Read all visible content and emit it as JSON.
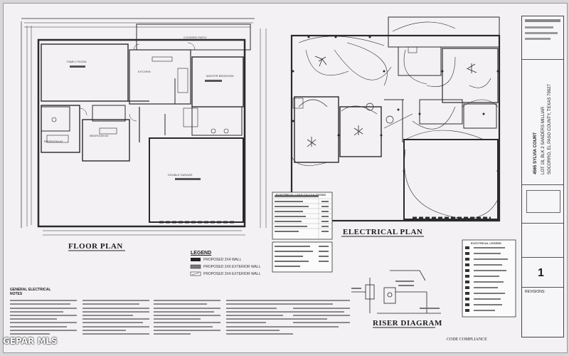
{
  "sheet": {
    "floor_plan_title": "FLOOR PLAN",
    "electrical_plan_title": "ELECTRICAL PLAN",
    "riser_diagram_title": "RISER DIAGRAM",
    "legend_title": "LEGEND",
    "legend_items": [
      "PROPOSED 2X4 WALL",
      "PROPOSED 2X6 EXTERIOR WALL",
      "PROPOSED 2X4 EXTERIOR WALL"
    ],
    "general_notes_title": "GENERAL ELECTRICAL NOTES",
    "code_compliance_title": "CODE COMPLIANCE",
    "electrical_legend_title": "ELECTRICAL LEGEND",
    "load_calc_title": "ELECTRICAL LOAD CALCULATIONS",
    "rooms": {
      "family_room": "FAMILY ROOM",
      "master_bedroom": "MASTER BEDROOM",
      "kitchen": "KITCHEN",
      "bedroom_2": "BEDROOM #2",
      "bedroom_3": "BEDROOM #3",
      "double_garage": "DOUBLE GARAGE",
      "covered_patio": "COVERED PATIO"
    },
    "title_block": {
      "address": "4565 SYLVIA COURT",
      "lot": "LOT 18, BLK 2 SANDERS MILLIAR",
      "county": "SOCORRO, EL PASO COUNTY, TEXAS 79927",
      "sheet_number": "1",
      "revisions_label": "REVISIONS:"
    },
    "watermark": "GEPAR MLS"
  }
}
